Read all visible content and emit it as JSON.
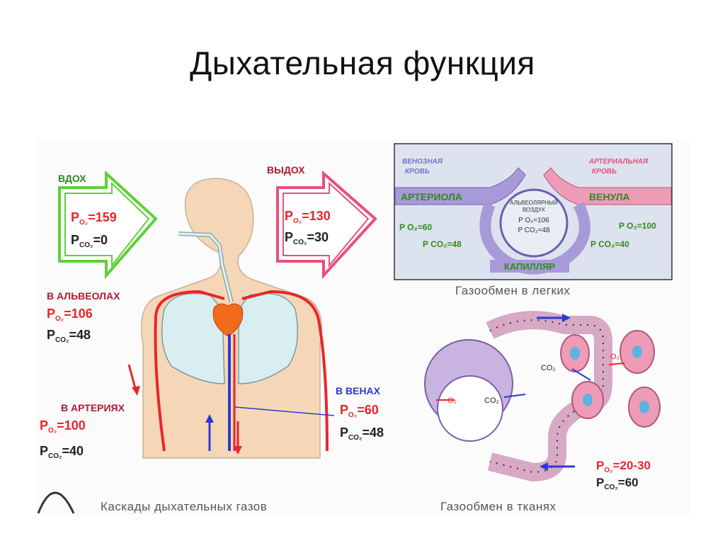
{
  "title": "Дыхательная функция",
  "inhale": {
    "label": "ВДОХ",
    "po2": "P",
    "po2_sub": "O₂",
    "po2_val": "=159",
    "pco2": "P",
    "pco2_sub": "CO₂",
    "pco2_val": "=0"
  },
  "exhale": {
    "label": "ВЫДОХ",
    "po2": "P",
    "po2_sub": "O₂",
    "po2_val": "=130",
    "pco2": "P",
    "pco2_sub": "CO₂",
    "pco2_val": "=30"
  },
  "alveoli": {
    "label": "В АЛЬВЕОЛАХ",
    "po2": "P",
    "po2_sub": "O₂",
    "po2_val": "=106",
    "pco2": "P",
    "pco2_sub": "CO₂",
    "pco2_val": "=48"
  },
  "arteries": {
    "label": "В АРТЕРИЯХ",
    "po2": "P",
    "po2_sub": "O₂",
    "po2_val": "=100",
    "pco2": "P",
    "pco2_sub": "CO₂",
    "pco2_val": "=40"
  },
  "veins": {
    "label": "В ВЕНАХ",
    "po2": "P",
    "po2_sub": "O₂",
    "po2_val": "=60",
    "pco2": "P",
    "pco2_sub": "CO₂",
    "pco2_val": "=48"
  },
  "lungs_panel": {
    "venous_blood": "ВЕНОЗНАЯ",
    "venous_blood2": "КРОВЬ",
    "arterial_blood": "АРТЕРИАЛЬНАЯ",
    "arterial_blood2": "КРОВЬ",
    "arteriole": "АРТЕРИОЛА",
    "venule": "ВЕНУЛА",
    "alveolar_air": "АЛЬВЕОЛЯРНЫЙ",
    "alveolar_air2": "ВОЗДУХ",
    "center_po2": "P O₂=106",
    "center_pco2": "P CO₂=48",
    "left_p1": "P O₂=60",
    "left_p2": "P CO₂=48",
    "right_p1": "P O₂=100",
    "right_p2": "P CO₂=40",
    "capillary": "КАПИЛЛЯР",
    "caption": "Газообмен в легких"
  },
  "tissue_panel": {
    "co2_left": "CO₂",
    "o2_left": "O₂",
    "co2_right": "CO₂",
    "o2_right": "O₂",
    "po2": "P",
    "po2_sub": "O₂",
    "po2_val": "=20-30",
    "pco2": "P",
    "pco2_sub": "CO₂",
    "pco2_val": "=60",
    "caption": "Газообмен в тканях"
  },
  "body_caption": "Каскады дыхательных газов",
  "colors": {
    "red": "#e8262a",
    "green": "#5fcf3a",
    "pink": "#e8507a",
    "skin": "#f5d7b8",
    "lung": "#d9eef1",
    "heart": "#f26a1b",
    "blue": "#2a3bd1",
    "purple": "#9a8ad2",
    "rose": "#ee9bb8",
    "label_green": "#2e8b1e"
  }
}
